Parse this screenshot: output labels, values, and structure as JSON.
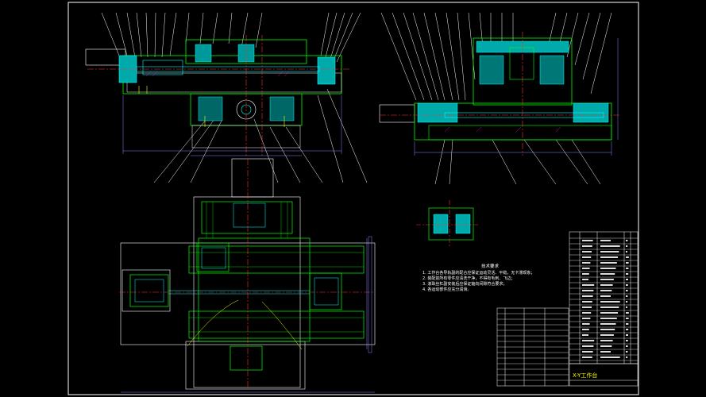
{
  "drawing": {
    "title": "X-Y工作台",
    "tech_notes": {
      "heading": "技术要求",
      "items": [
        "1. 工作台各导轨副的配合应保证运动灵活、平稳，无卡滞现象；",
        "2. 装配前所有零件应清洗干净，不得有毛刺、飞边；",
        "3. 滚珠丝杠副安装后应保证轴向间隙符合要求；",
        "4. 各运动部件应充分润滑。"
      ]
    },
    "colors": {
      "background": "#000000",
      "outline": "#ffffff",
      "body": "#00ff00",
      "section": "#00ffff",
      "center_line": "#ff3030",
      "annotation": "#ffff00",
      "hatch": "#ff00ff",
      "dimension": "#8080ff"
    }
  }
}
